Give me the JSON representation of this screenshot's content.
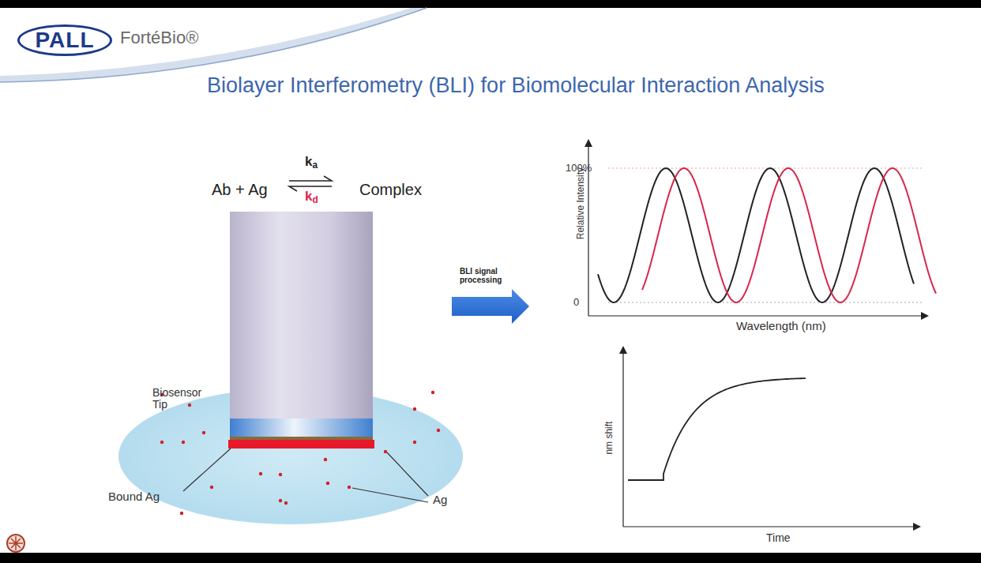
{
  "diagram": {
    "title": "Biolayer Interferometry (BLI) for Biomolecular Interaction Analysis",
    "nodes": [
      {
        "text": [
          "PALL"
        ]
      }
    ],
    "labels": [
      "FortéBio®",
      "Ab + Ag",
      "ka",
      "kd",
      "Complex",
      "Biosensor Tip",
      "Bound Ag",
      "Ag",
      "BLI signal processing",
      "100%",
      "0",
      "Relative Intensity",
      "Wavelength (nm)",
      "nm shift",
      "Time"
    ]
  }
}
